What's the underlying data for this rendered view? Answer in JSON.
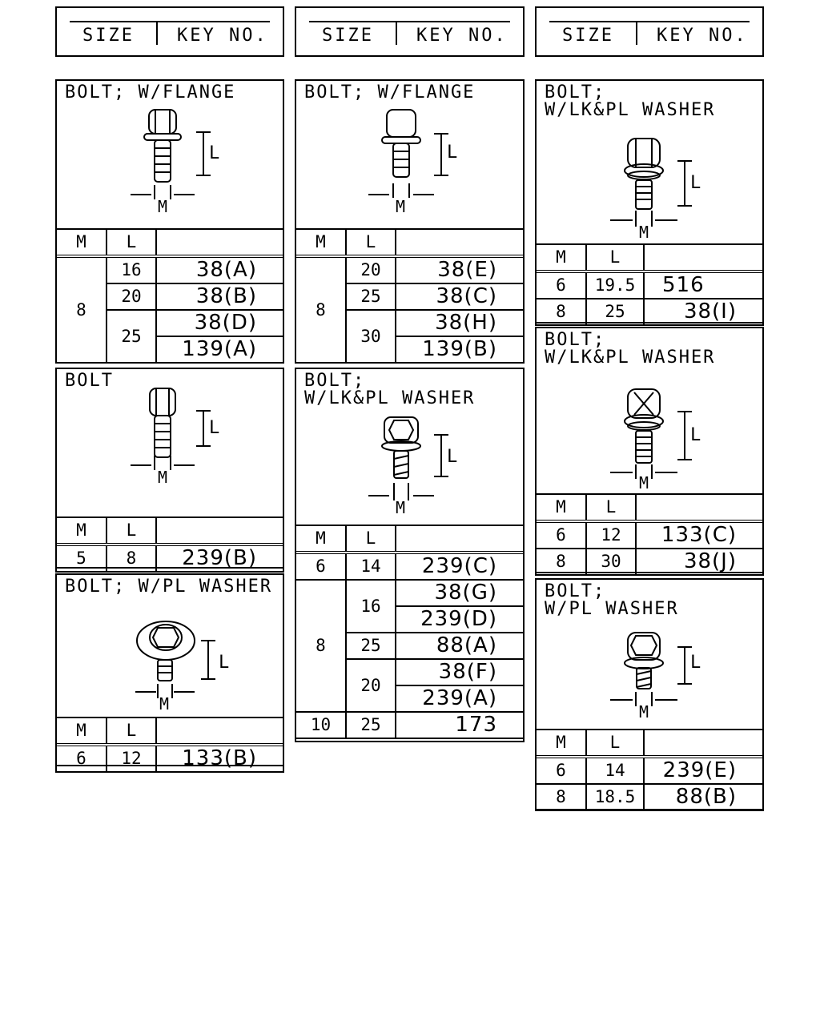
{
  "headers": [
    {
      "size": "SIZE",
      "key": "KEY NO."
    },
    {
      "size": "SIZE",
      "key": "KEY NO."
    },
    {
      "size": "SIZE",
      "key": "KEY NO."
    }
  ],
  "columns": {
    "m": "M",
    "l": "L"
  },
  "dims": {
    "m": "M",
    "l": "L"
  },
  "panels": {
    "p1": {
      "title": "BOLT; W/FLANGE",
      "rows": [
        {
          "m": "8",
          "l": "16",
          "key": "38(A)"
        },
        {
          "l": "20",
          "key": "38(B)"
        },
        {
          "l": "25",
          "key": "38(D)"
        },
        {
          "key": "139(A)"
        }
      ]
    },
    "p2": {
      "title": "BOLT",
      "rows": [
        {
          "m": "5",
          "l": "8",
          "key": "239(B)"
        }
      ]
    },
    "p3": {
      "title": "BOLT; W/PL WASHER",
      "rows": [
        {
          "m": "6",
          "l": "12",
          "key": "133(B)"
        }
      ]
    },
    "p4": {
      "title": "BOLT; W/FLANGE",
      "rows": [
        {
          "m": "8",
          "l": "20",
          "key": "38(E)"
        },
        {
          "l": "25",
          "key": "38(C)"
        },
        {
          "l": "30",
          "key": "38(H)"
        },
        {
          "key": "139(B)"
        }
      ]
    },
    "p5": {
      "title": "BOLT;\nW/LK&PL WASHER",
      "rows": [
        {
          "m": "6",
          "l": "14",
          "key": "239(C)"
        },
        {
          "m": "8",
          "l": "16",
          "key": "38(G)"
        },
        {
          "key": "239(D)"
        },
        {
          "l": "25",
          "key": "88(A)"
        },
        {
          "l": "20",
          "key": "38(F)"
        },
        {
          "key": "239(A)"
        },
        {
          "m": "10",
          "l": "25",
          "key": "173"
        }
      ]
    },
    "p6": {
      "title": "BOLT;\nW/LK&PL WASHER",
      "rows": [
        {
          "m": "6",
          "l": "19.5",
          "key": "516"
        },
        {
          "m": "8",
          "l": "25",
          "key": "38(I)"
        }
      ]
    },
    "p7": {
      "title": "BOLT;\nW/LK&PL WASHER",
      "rows": [
        {
          "m": "6",
          "l": "12",
          "key": "133(C)"
        },
        {
          "m": "8",
          "l": "30",
          "key": "38(J)"
        }
      ]
    },
    "p8": {
      "title": "BOLT;\nW/PL WASHER",
      "rows": [
        {
          "m": "6",
          "l": "14",
          "key": "239(E)"
        },
        {
          "m": "8",
          "l": "18.5",
          "key": "88(B)"
        }
      ]
    }
  }
}
